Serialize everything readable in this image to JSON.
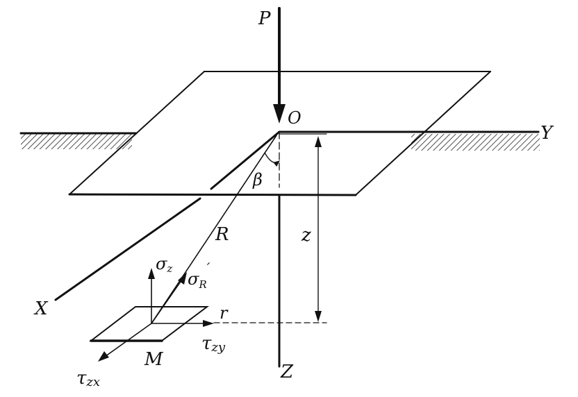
{
  "labels": {
    "load": "P",
    "origin": "O",
    "y_axis": "Y",
    "x_axis": "X",
    "z_axis": "Z",
    "angle": "β",
    "radius": "R",
    "depth": "z",
    "r_distance": "r",
    "point": "M",
    "sigma_z_sym": "σ",
    "sigma_z_sub": "z",
    "sigma_r_sym": "σ",
    "sigma_r_sub": "R",
    "sigma_r_prime": "′",
    "tau_zy_sym": "τ",
    "tau_zy_sub": "zy",
    "tau_zx_sym": "τ",
    "tau_zx_sub": "zx"
  }
}
